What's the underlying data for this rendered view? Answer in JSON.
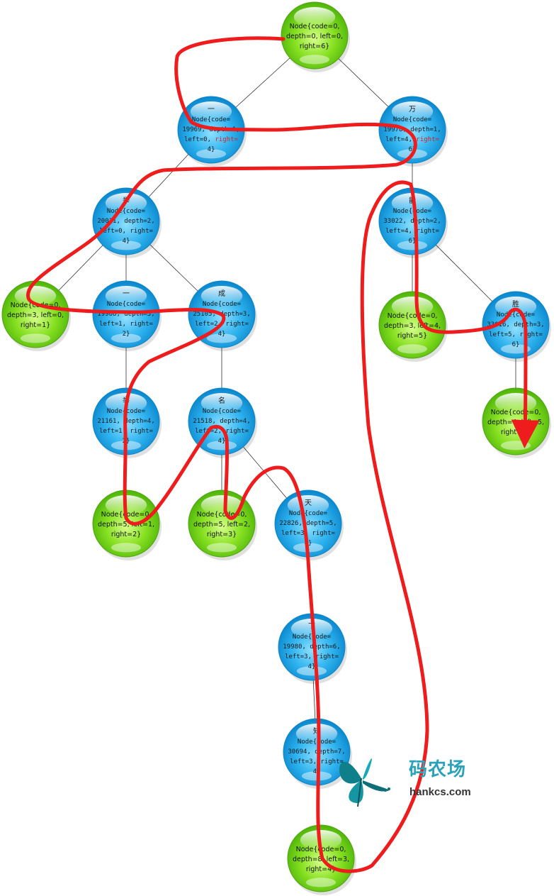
{
  "colors": {
    "blue_node": "#27a9ea",
    "green_node": "#7ddc1f",
    "edge": "#333333",
    "path": "#ee1c1c",
    "watermark": "#2aa3b8"
  },
  "nodes": [
    {
      "id": "root",
      "type": "green",
      "char": "",
      "lines": [
        "Node{code=0,",
        "depth=0, left=0,",
        "right=6}"
      ]
    },
    {
      "id": "n-yi1",
      "type": "blue",
      "char": "一",
      "lines": [
        "Node{code=",
        "19969, depth=1,",
        "left=0, right=",
        "4}"
      ],
      "red_line": 2
    },
    {
      "id": "n-wan",
      "type": "blue",
      "char": "万",
      "lines": [
        "Node{code=",
        "19978, depth=1,",
        "left=4, right=",
        "6}"
      ],
      "red_line": 2
    },
    {
      "id": "n-ju",
      "type": "blue",
      "char": "举",
      "lines": [
        "Node{code=",
        "20031, depth=2,",
        "left=0, right=",
        "4}"
      ]
    },
    {
      "id": "n-neng",
      "type": "blue",
      "char": "能",
      "lines": [
        "Node{code=",
        "33022, depth=2,",
        "left=4, right=",
        "6}"
      ]
    },
    {
      "id": "g-3-0-1",
      "type": "green",
      "char": "",
      "lines": [
        "Node{code=0,",
        "depth=3, left=0,",
        "right=1}"
      ]
    },
    {
      "id": "n-yi2",
      "type": "blue",
      "char": "一",
      "lines": [
        "Node{code=",
        "19968, depth=3,",
        "left=1, right=",
        "2}"
      ]
    },
    {
      "id": "n-cheng",
      "type": "blue",
      "char": "成",
      "lines": [
        "Node{code=",
        "25105, depth=3,",
        "left=2, right=",
        "4}"
      ]
    },
    {
      "id": "g-3-4-5",
      "type": "green",
      "char": "",
      "lines": [
        "Node{code=0,",
        "depth=3, left=4,",
        "right=5}"
      ]
    },
    {
      "id": "n-sheng",
      "type": "blue",
      "char": "胜",
      "lines": [
        "Node{code=",
        "33016, depth=3,",
        "left=5, right=",
        "6}"
      ]
    },
    {
      "id": "n-ju2",
      "type": "blue",
      "char": "举",
      "lines": [
        "Node{code=",
        "21161, depth=4,",
        "left=1, right=",
        "2}"
      ]
    },
    {
      "id": "n-ming",
      "type": "blue",
      "char": "名",
      "lines": [
        "Node{code=",
        "21518, depth=4,",
        "left=2, right=",
        "4}"
      ]
    },
    {
      "id": "g-4-5-6",
      "type": "green",
      "char": "",
      "lines": [
        "Node{code=0,",
        "depth=4, left=5,",
        "right=6}"
      ]
    },
    {
      "id": "g-5-1-2",
      "type": "green",
      "char": "",
      "lines": [
        "Node{code=0,",
        "depth=5, left=1,",
        "right=2}"
      ]
    },
    {
      "id": "g-5-2-3",
      "type": "green",
      "char": "",
      "lines": [
        "Node{code=0,",
        "depth=5, left=2,",
        "right=3}"
      ]
    },
    {
      "id": "n-tian",
      "type": "blue",
      "char": "天",
      "lines": [
        "Node{code=",
        "22826, depth=5,",
        "left=3, right=",
        "4}"
      ]
    },
    {
      "id": "n-xia",
      "type": "blue",
      "char": "下",
      "lines": [
        "Node{code=",
        "19980, depth=6,",
        "left=3, right=",
        "4}"
      ]
    },
    {
      "id": "n-zhi",
      "type": "blue",
      "char": "知",
      "lines": [
        "Node{code=",
        "30694, depth=7,",
        "left=3, right=",
        "4}"
      ]
    },
    {
      "id": "g-8-3-4",
      "type": "green",
      "char": "",
      "lines": [
        "Node{code=0,",
        "depth=8, left=3,",
        "right=4}"
      ]
    }
  ],
  "edges": [
    [
      "root",
      "n-yi1"
    ],
    [
      "root",
      "n-wan"
    ],
    [
      "n-yi1",
      "n-ju"
    ],
    [
      "n-wan",
      "n-neng"
    ],
    [
      "n-ju",
      "g-3-0-1"
    ],
    [
      "n-ju",
      "n-yi2"
    ],
    [
      "n-ju",
      "n-cheng"
    ],
    [
      "n-neng",
      "g-3-4-5"
    ],
    [
      "n-neng",
      "n-sheng"
    ],
    [
      "n-yi2",
      "n-ju2"
    ],
    [
      "n-cheng",
      "n-ming"
    ],
    [
      "n-sheng",
      "g-4-5-6"
    ],
    [
      "n-ju2",
      "g-5-1-2"
    ],
    [
      "n-ming",
      "g-5-2-3"
    ],
    [
      "n-ming",
      "n-tian"
    ],
    [
      "n-tian",
      "n-xia"
    ],
    [
      "n-xia",
      "n-zhi"
    ],
    [
      "n-zhi",
      "g-8-3-4"
    ]
  ],
  "watermark": {
    "title": "码农场",
    "site": "hankcs.com"
  }
}
